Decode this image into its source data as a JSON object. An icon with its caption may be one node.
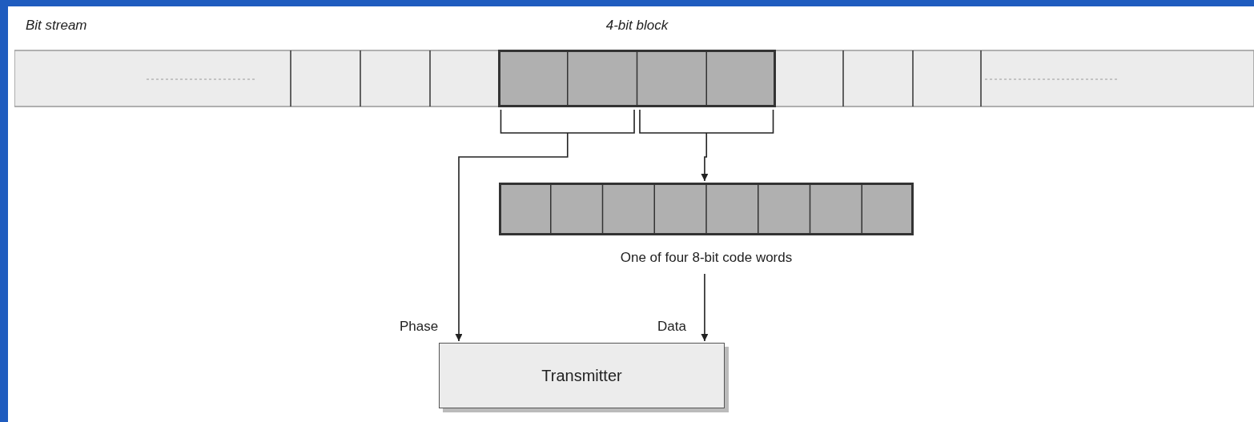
{
  "diagram": {
    "nodes": [
      {
        "text": [
          "Bit stream"
        ]
      },
      {
        "text": [
          "4-bit block"
        ],
        "in": 0
      },
      {
        "text": [
          "One of four 8-bit code words"
        ]
      },
      {
        "text": [
          "Transmitter"
        ]
      }
    ],
    "edges": [
      {
        "from": 1,
        "to": 3,
        "arrow": "to",
        "label": "Phase"
      },
      {
        "from": 1,
        "to": 2,
        "arrow": "to"
      },
      {
        "from": 2,
        "to": 3,
        "arrow": "to",
        "label": "Data"
      }
    ]
  }
}
